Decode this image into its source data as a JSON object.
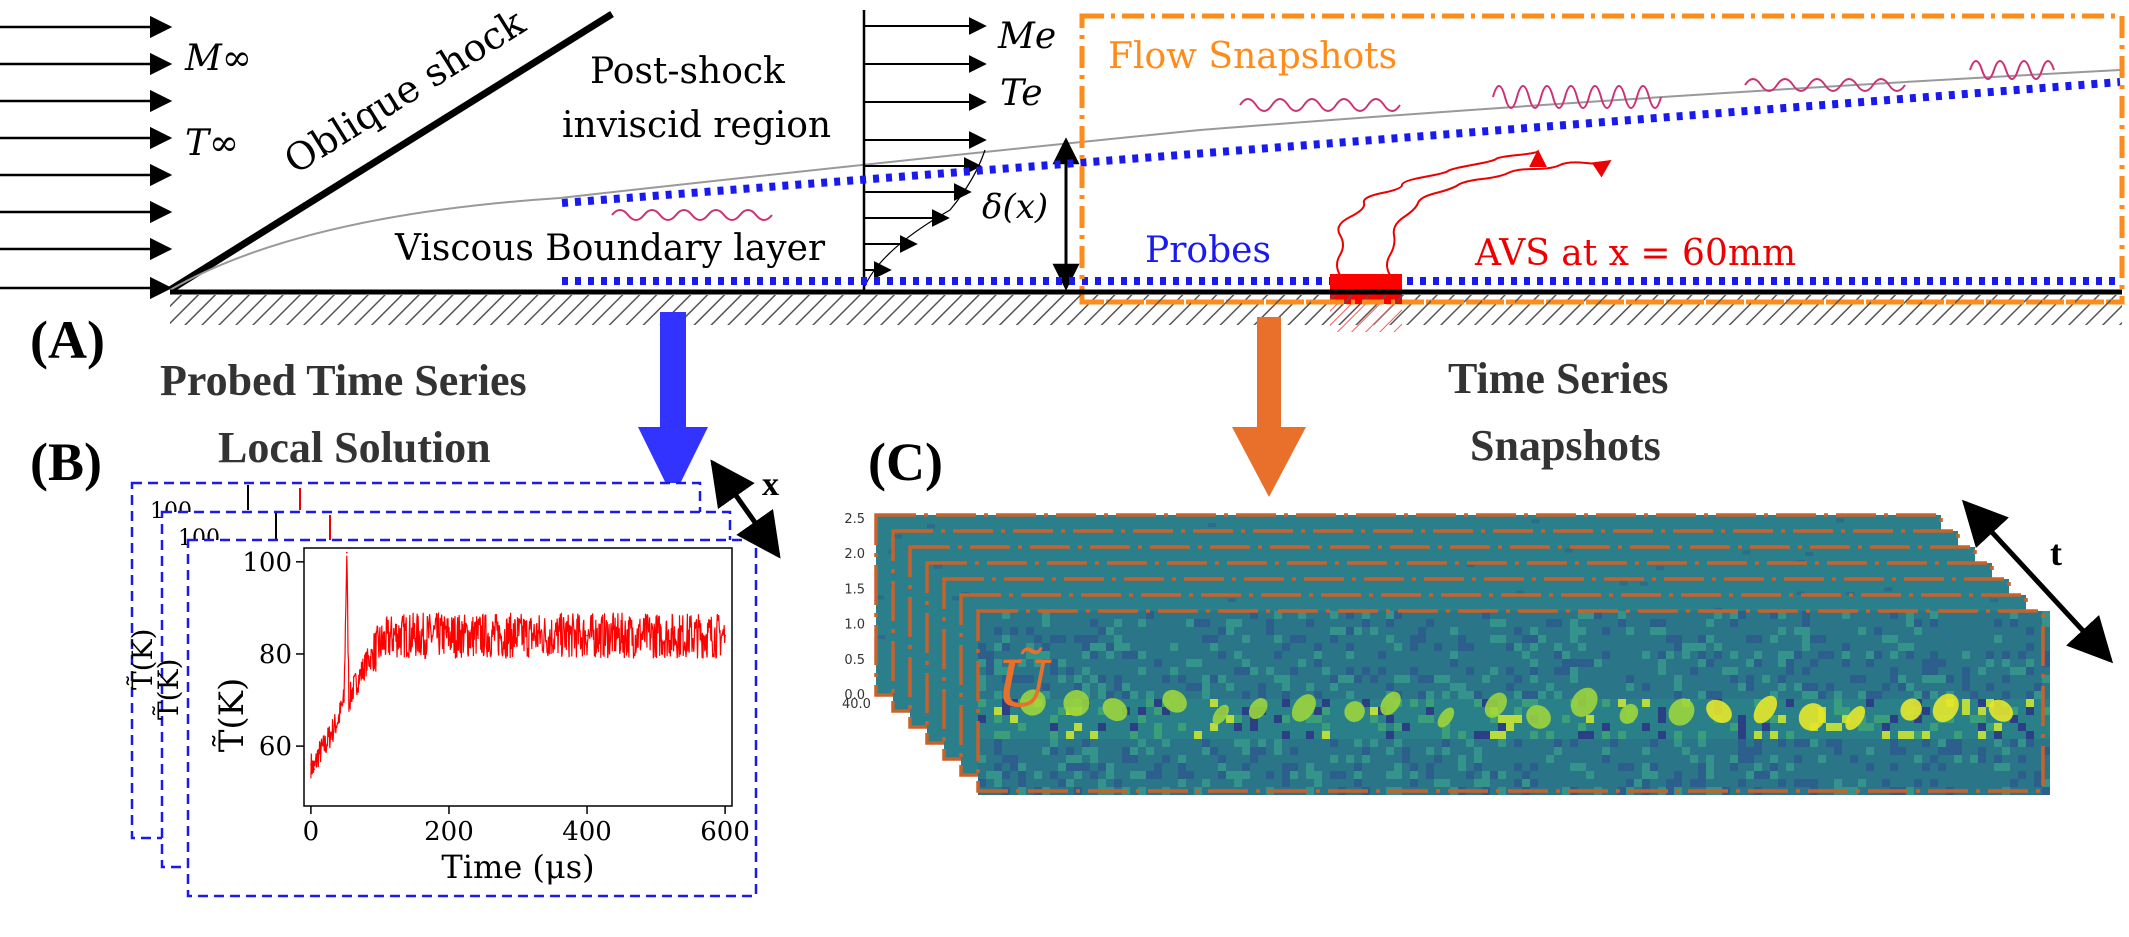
{
  "panel_a": {
    "label": "(A)",
    "freestream_mach": "M∞",
    "freestream_temp": "T∞",
    "shock_label": "Oblique shock",
    "postshock_line1": "Post-shock",
    "postshock_line2": "inviscid region",
    "edge_mach": "Me",
    "edge_temp": "Te",
    "bl_thickness": "δ(x)",
    "bl_label": "Viscous Boundary layer",
    "snapshots_label": "Flow Snapshots",
    "probes_label": "Probes",
    "avs_label": "AVS at x = 60mm"
  },
  "panel_b": {
    "label": "(B)",
    "title_line1": "Probed Time Series",
    "title_line2": "Local Solution",
    "stack_axis": "x",
    "ylabel": "T̃(K)",
    "xlabel": "Time (μs)",
    "back_tick": "100"
  },
  "panel_c": {
    "label": "(C)",
    "title_line1": "Time Series",
    "title_line2": "Snapshots",
    "stack_axis": "t",
    "field_label": "Ũ",
    "y_ticks": [
      "2.5",
      "2.0",
      "1.5",
      "1.0",
      "0.5",
      "0.0"
    ],
    "x_tick": "40.0"
  },
  "chart_data": {
    "type": "line",
    "xlabel": "Time (μs)",
    "ylabel": "T̃(K)",
    "xlim": [
      -10,
      610
    ],
    "ylim": [
      47,
      103
    ],
    "x_ticks": [
      0,
      200,
      400,
      600
    ],
    "y_ticks": [
      60,
      80,
      100
    ],
    "series": [
      {
        "color": "#ff0000",
        "x": [
          0,
          5,
          10,
          20,
          30,
          40,
          48,
          52,
          55,
          60,
          80,
          100,
          120,
          150,
          200,
          300,
          400,
          500,
          600
        ],
        "y": [
          56,
          55,
          58,
          60,
          63,
          66,
          70,
          102,
          70,
          72,
          78,
          82,
          84,
          84,
          84,
          84,
          84,
          84,
          84
        ]
      }
    ]
  },
  "colors": {
    "probes": "#1a1aee",
    "snapshot_frame": "#ff8c1a",
    "avs": "#ff0000",
    "arrow_b": "#3333ff",
    "arrow_c": "#e8702a",
    "wave": "#cc3377",
    "field_label": "#e8702a"
  }
}
